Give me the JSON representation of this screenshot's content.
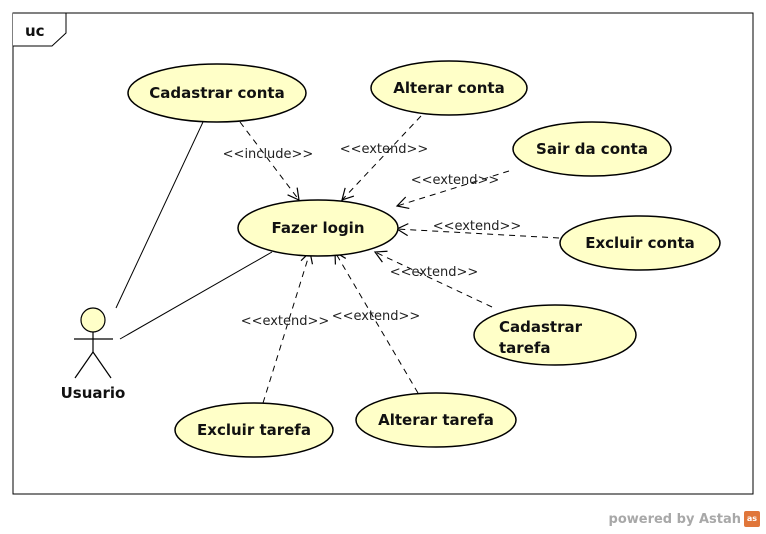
{
  "frame": {
    "label": "uc"
  },
  "actor": {
    "name": "Usuario"
  },
  "use_cases": [
    {
      "id": "cadastrar-conta",
      "lines": [
        "Cadastrar conta"
      ]
    },
    {
      "id": "alterar-conta",
      "lines": [
        "Alterar conta"
      ]
    },
    {
      "id": "sair-da-conta",
      "lines": [
        "Sair da conta"
      ]
    },
    {
      "id": "fazer-login",
      "lines": [
        "Fazer login"
      ]
    },
    {
      "id": "excluir-conta",
      "lines": [
        "Excluir conta"
      ]
    },
    {
      "id": "cadastrar-tarefa",
      "lines": [
        "Cadastrar",
        "tarefa"
      ]
    },
    {
      "id": "excluir-tarefa",
      "lines": [
        "Excluir tarefa"
      ]
    },
    {
      "id": "alterar-tarefa",
      "lines": [
        "Alterar tarefa"
      ]
    }
  ],
  "relations": [
    {
      "from": "cadastrar-conta",
      "to": "fazer-login",
      "label": "<<include>>"
    },
    {
      "from": "alterar-conta",
      "to": "fazer-login",
      "label": "<<extend>>"
    },
    {
      "from": "sair-da-conta",
      "to": "fazer-login",
      "label": "<<extend>>"
    },
    {
      "from": "excluir-conta",
      "to": "fazer-login",
      "label": "<<extend>>"
    },
    {
      "from": "cadastrar-tarefa",
      "to": "fazer-login",
      "label": "<<extend>>"
    },
    {
      "from": "excluir-tarefa",
      "to": "fazer-login",
      "label": "<<extend>>"
    },
    {
      "from": "alterar-tarefa",
      "to": "fazer-login",
      "label": "<<extend>>"
    }
  ],
  "associations": [
    {
      "actor": "Usuario",
      "use_case": "cadastrar-conta"
    },
    {
      "actor": "Usuario",
      "use_case": "fazer-login"
    }
  ],
  "colors": {
    "use_case_fill": "#ffffc8",
    "stroke": "#000000"
  },
  "footer": {
    "text": "powered by Astah"
  }
}
